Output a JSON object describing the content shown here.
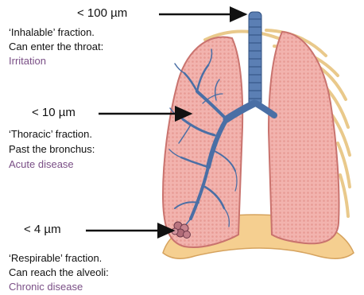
{
  "labels": [
    {
      "size": "< 100 µm",
      "fraction": "‘Inhalable’ fraction.",
      "reach": "Can enter the throat:",
      "effect": "Irritation"
    },
    {
      "size": "< 10 µm",
      "fraction": "‘Thoracic’ fraction.",
      "reach": "Past the bronchus:",
      "effect": "Acute disease"
    },
    {
      "size": "< 4 µm",
      "fraction": "‘Respirable’ fraction.",
      "reach": "Can reach the alveoli:",
      "effect": "Chronic disease"
    }
  ],
  "colors": {
    "lung_fill": "#f2b3ae",
    "lung_outline": "#c9736e",
    "bronchi": "#4a6fa5",
    "trachea": "#5b7fb4",
    "diaphragm": "#f5cf90",
    "effect_text": "#7a4f86",
    "ribs": "#e9c98b"
  }
}
